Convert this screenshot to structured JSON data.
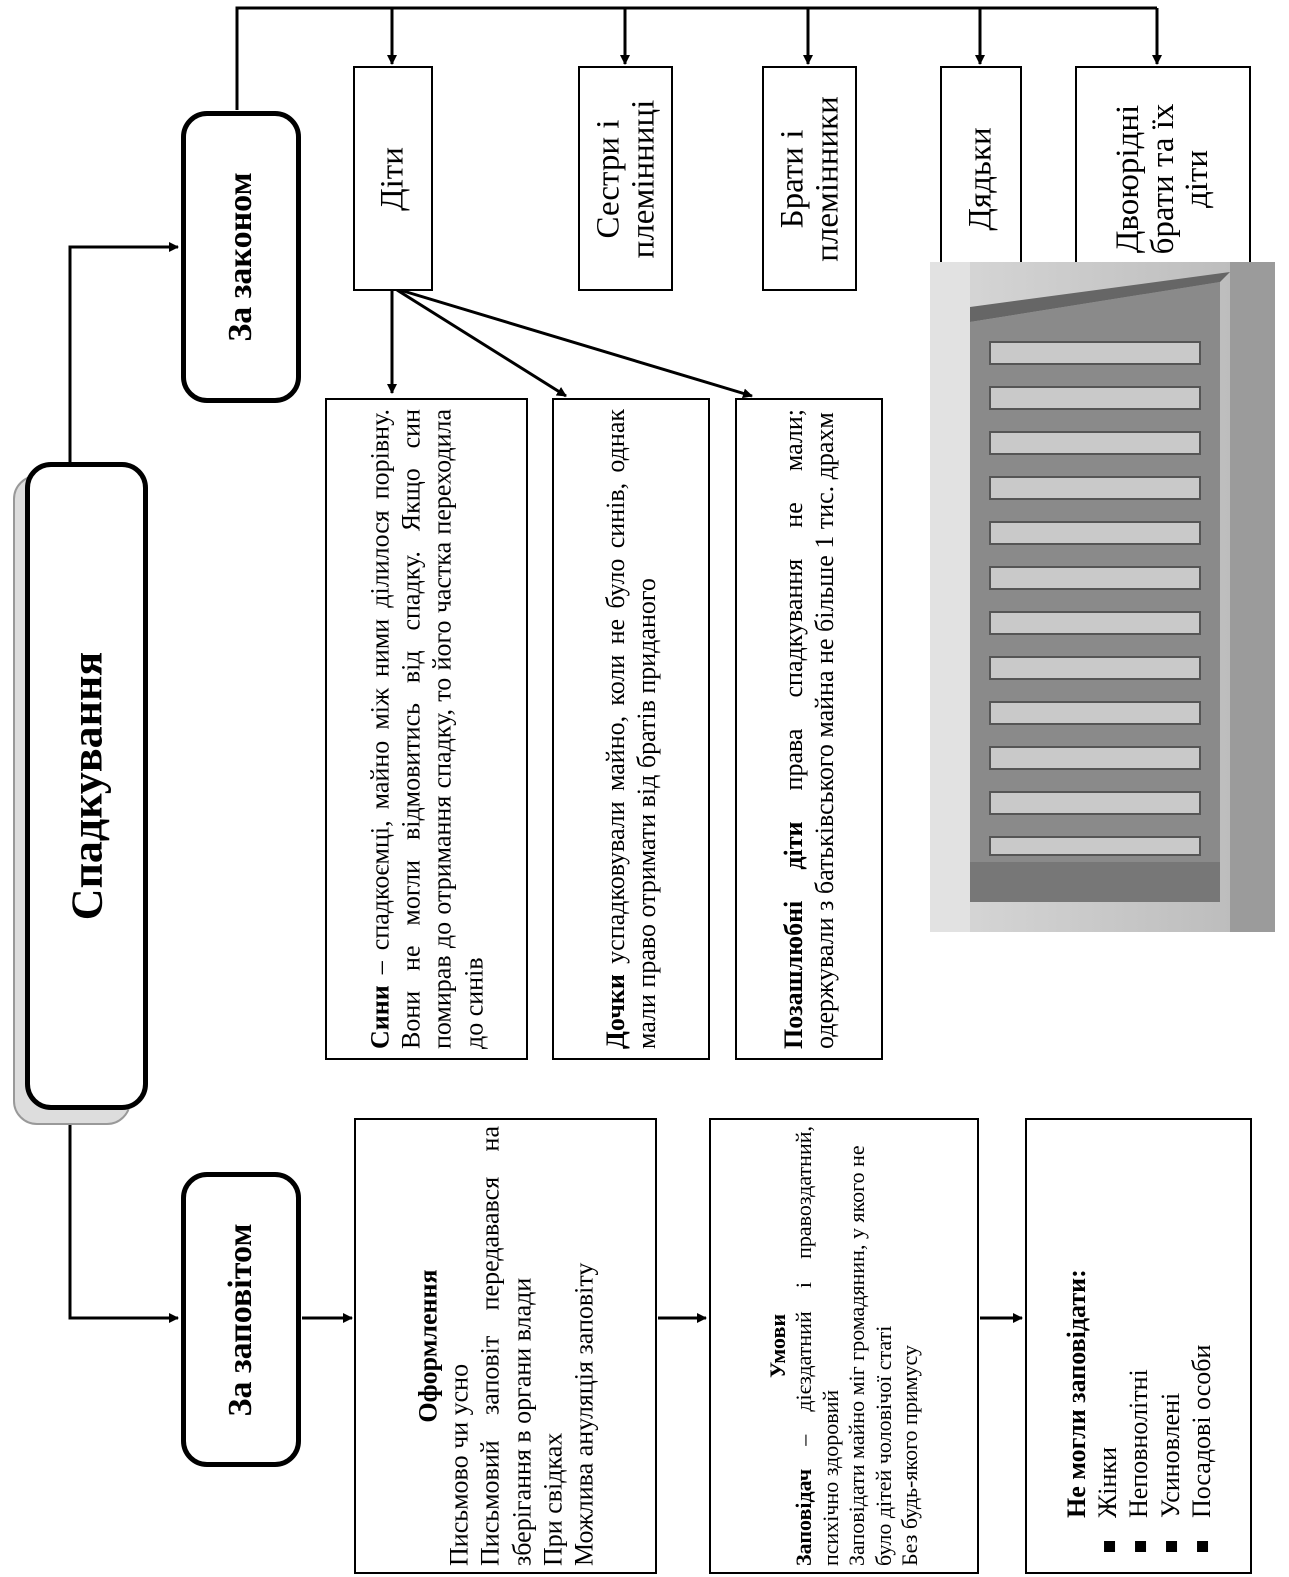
{
  "root": {
    "title": "Спадкування"
  },
  "by_law": {
    "title": "За законом",
    "heirs": [
      "Діти",
      "Сестри і племінниці",
      "Брати і племінники",
      "Дядьки",
      "Двоюрідні брати та їх діти"
    ],
    "sons": {
      "bold": "Сини",
      "text": " – спадкоємці, майно між ними ділилося порівну. Вони не могли відмовитись від спадку. Якщо син помирав до отримання спадку, то його частка переходила до синів"
    },
    "daughters": {
      "bold": "Дочки",
      "text": " успадковували майно, коли не було синів, однак мали право отримати від братів приданого"
    },
    "illegitimate": {
      "bold": "Позашлюбні діти",
      "text": " права спадкування не мали; одержували з батьківського майна не більше 1 тис. драхм"
    }
  },
  "by_will": {
    "title": "За заповітом",
    "formalization": {
      "title": "Оформлення",
      "lines": [
        "Письмово чи усно",
        "Письмовий заповіт передавався на зберігання в органи влади",
        "При свідках",
        "Можлива ануляція заповіту"
      ]
    },
    "conditions": {
      "title": "Умови",
      "testator_bold": "Заповідач",
      "testator_text": " – дієздатний і правоздатний, психічно здоровий",
      "lines": [
        "Заповідати майно міг громадянин, у якого не було дітей чоловічої статі",
        "Без будь-якого примусу"
      ]
    },
    "cannot": {
      "title": "Не могли заповідати:",
      "items": [
        "Жінки",
        "Неповнолітні",
        "Усиновлені",
        "Посадові особи"
      ]
    }
  }
}
